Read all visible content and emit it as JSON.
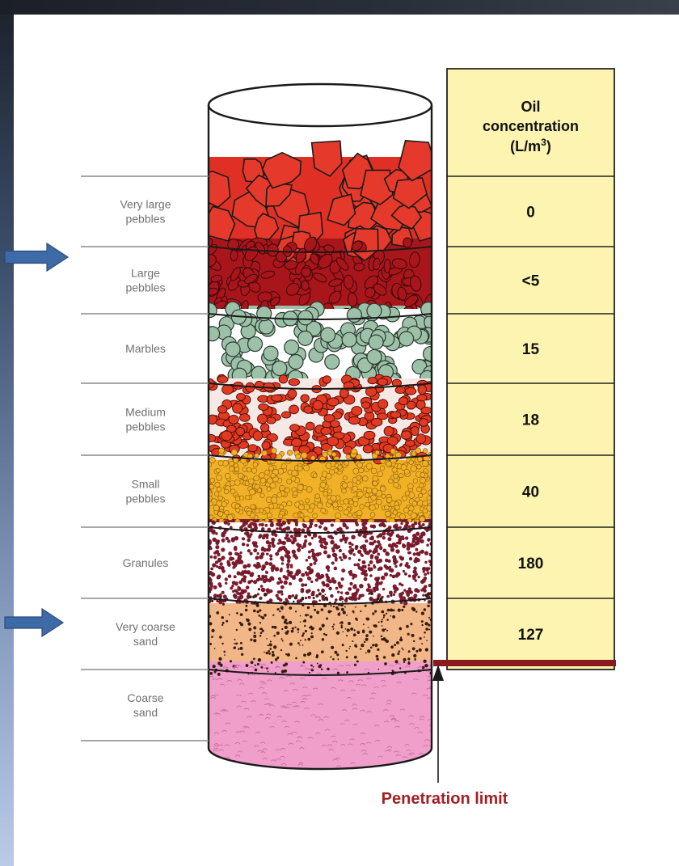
{
  "layers": [
    {
      "lines": [
        "Very large",
        "pebbles"
      ],
      "concentration": "0",
      "color": "#e03026",
      "grain": "large"
    },
    {
      "lines": [
        "Large",
        "pebbles"
      ],
      "concentration": "<5",
      "color": "#a8161c",
      "grain": "oval"
    },
    {
      "lines": [
        "Marbles"
      ],
      "concentration": "15",
      "color": "#9cc1a8",
      "grain": "circle"
    },
    {
      "lines": [
        "Medium",
        "pebbles"
      ],
      "concentration": "18",
      "color": "#e03a22",
      "grain": "small"
    },
    {
      "lines": [
        "Small",
        "pebbles"
      ],
      "concentration": "40",
      "color": "#f0b126",
      "grain": "tiny"
    },
    {
      "lines": [
        "Granules"
      ],
      "concentration": "180",
      "color": "#7a1b2d",
      "grain": "dots"
    },
    {
      "lines": [
        "Very coarse",
        "sand"
      ],
      "concentration": "127",
      "color": "#f2b788",
      "grain": "sand"
    },
    {
      "lines": [
        "Coarse",
        "sand"
      ],
      "concentration": "",
      "color": "#ef9fc9",
      "grain": "pink"
    }
  ],
  "table": {
    "header_line1": "Oil",
    "header_line2": "concentration",
    "header_unit": "(L/m",
    "header_sup": "3",
    "header_close": ")",
    "fill_color": "#fdf4b1"
  },
  "penetration_label": "Penetration limit",
  "penetration_color": "#8b1a1e",
  "arrow_color": "#3e6aa8"
}
